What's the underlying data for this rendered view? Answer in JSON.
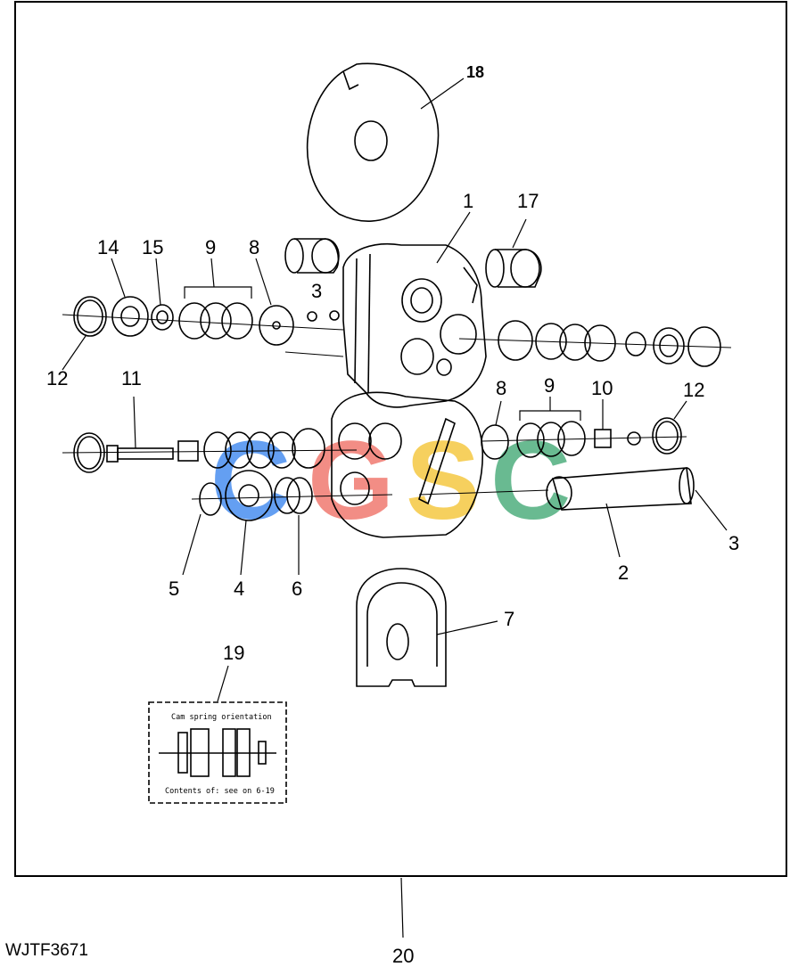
{
  "figure_id": "WJTF3671",
  "callouts": {
    "c1": "1",
    "c2": "2",
    "c3a": "3",
    "c3b": "3",
    "c4": "4",
    "c5": "5",
    "c6": "6",
    "c7": "7",
    "c8a": "8",
    "c8b": "8",
    "c9a": "9",
    "c9b": "9",
    "c10": "10",
    "c11": "11",
    "c12a": "12",
    "c12b": "12",
    "c14": "14",
    "c15": "15",
    "c17": "17",
    "c18": "18",
    "c19": "19",
    "c20": "20"
  },
  "decal": {
    "title": "Cam spring orientation",
    "footer": "Contents of: see on 6-19"
  },
  "watermark": {
    "letters": [
      "C",
      "G",
      "S",
      "C"
    ],
    "colors": [
      "#4a8ff0",
      "#f07a70",
      "#f5c842",
      "#4faf7e"
    ]
  },
  "colors": {
    "line": "#000000",
    "background": "#ffffff"
  }
}
